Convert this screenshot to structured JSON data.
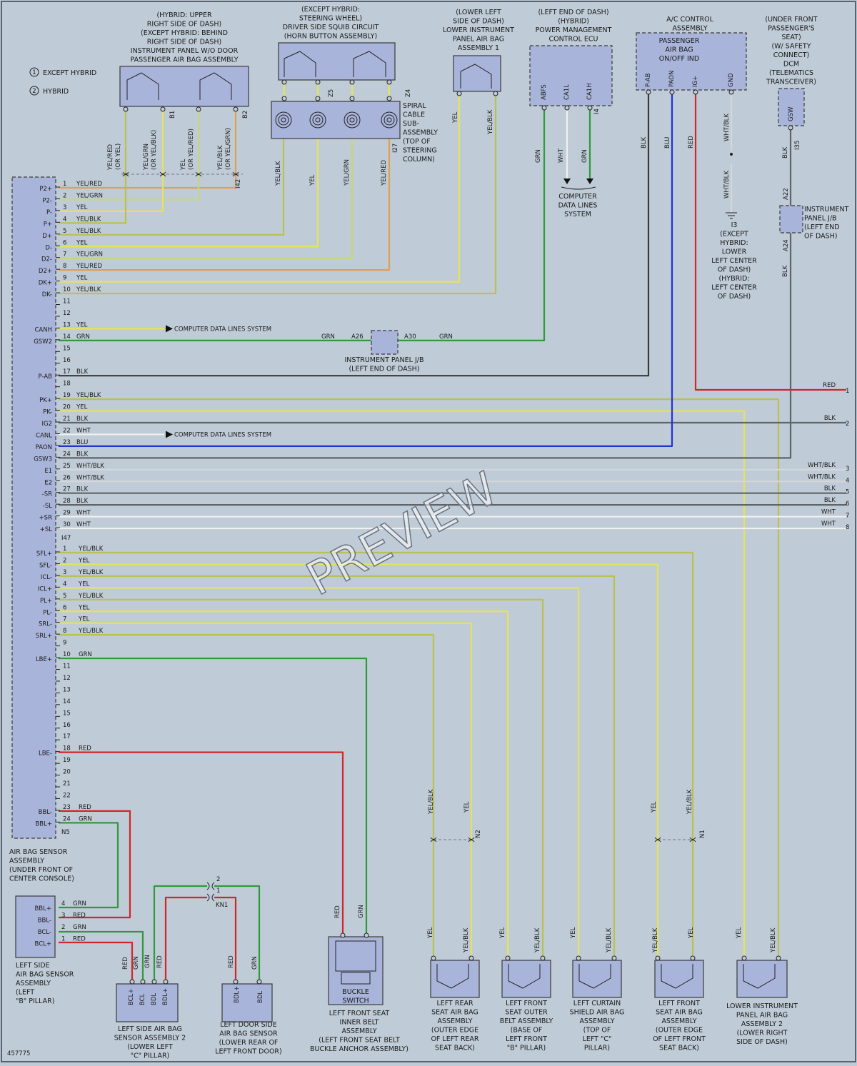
{
  "legend": [
    {
      "num": "1",
      "text": "EXCEPT HYBRID"
    },
    {
      "num": "2",
      "text": "HYBRID"
    }
  ],
  "watermark": "PREVIEW",
  "diagram_id": "457775",
  "colors": {
    "YEL": "#e6e35a",
    "YEL/RED": "#e0a050",
    "YEL/GRN": "#c8d870",
    "YEL/BLK": "#bcc050",
    "GRN": "#2f9a3c",
    "BLK": "#3a3a3a",
    "RED": "#d0262a",
    "BLU": "#2233d4",
    "WHT": "#f0f0f0",
    "WHT/BLK": "#d4d6da",
    "GRAY": "#5f6468"
  },
  "components": {
    "passenger_airbag": [
      "(HYBRID: UPPER",
      "RIGHT SIDE OF DASH)",
      "(EXCEPT HYBRID: BEHIND",
      "RIGHT SIDE OF DASH)",
      "INSTRUMENT PANEL W/O DOOR",
      "PASSENGER AIR BAG ASSEMBLY"
    ],
    "steering_squib": [
      "(EXCEPT HYBRID:",
      "STEERING WHEEL)",
      "DRIVER SIDE SQUIB CIRCUIT",
      "(HORN BUTTON ASSEMBLY)"
    ],
    "knee_airbag_1": [
      "(LOWER LEFT",
      "SIDE OF DASH)",
      "LOWER INSTRUMENT",
      "PANEL AIR BAG",
      "ASSEMBLY 1"
    ],
    "pm_ecu": [
      "(LEFT END OF DASH)",
      "(HYBRID)",
      "POWER MANAGEMENT",
      "CONTROL ECU"
    ],
    "ac_control": [
      "A/C CONTROL",
      "ASSEMBLY"
    ],
    "ac_inner": [
      "PASSENGER",
      "AIR BAG",
      "ON/OFF IND"
    ],
    "dcm": [
      "(UNDER FRONT",
      "PASSENGER'S",
      "SEAT)",
      "(W/ SAFETY",
      "CONNECT)",
      "DCM",
      "(TELEMATICS",
      "TRANSCEIVER)"
    ],
    "spiral_cable": [
      "SPIRAL",
      "CABLE",
      "SUB-",
      "ASSEMBLY",
      "(TOP OF",
      "STEERING",
      "COLUMN)"
    ],
    "computer_data_lines_1": [
      "COMPUTER",
      "DATA LINES",
      "SYSTEM"
    ],
    "ground_i3": [
      "I3",
      "(EXCEPT",
      "HYBRID:",
      "LOWER",
      "LEFT CENTER",
      "OF DASH)",
      "(HYBRID:",
      "LEFT CENTER",
      "OF DASH)"
    ],
    "instrument_jb_right": [
      "INSTRUMENT",
      "PANEL J/B",
      "(LEFT END",
      "OF DASH)"
    ],
    "instrument_jb_mid": [
      "INSTRUMENT PANEL J/B",
      "(LEFT END OF DASH)"
    ],
    "airbag_sensor": [
      "AIR BAG SENSOR",
      "ASSEMBLY",
      "(UNDER FRONT OF",
      "CENTER CONSOLE)"
    ],
    "left_side_sensor": [
      "LEFT SIDE",
      "AIR BAG SENSOR",
      "ASSEMBLY",
      "(LEFT",
      "\"B\" PILLAR)"
    ],
    "left_side_sensor_2": [
      "LEFT SIDE AIR BAG",
      "SENSOR ASSEMBLY 2",
      "(LOWER LEFT",
      "\"C\" PILLAR)"
    ],
    "left_door_sensor": [
      "LEFT DOOR SIDE",
      "AIR BAG SENSOR",
      "(LOWER REAR OF",
      "LEFT FRONT DOOR)"
    ],
    "buckle": [
      "LEFT FRONT SEAT",
      "INNER BELT",
      "ASSEMBLY",
      "(LEFT FRONT SEAT BELT",
      "BUCKLE ANCHOR ASSEMBLY)"
    ],
    "buckle_inner": [
      "BUCKLE",
      "SWITCH"
    ],
    "rear_seat_airbag": [
      "LEFT REAR",
      "SEAT AIR BAG",
      "ASSEMBLY",
      "(OUTER EDGE",
      "OF LEFT REAR",
      "SEAT BACK)"
    ],
    "seat_outer_belt": [
      "LEFT FRONT",
      "SEAT OUTER",
      "BELT ASSEMBLY",
      "(BASE OF",
      "LEFT FRONT",
      "\"B\" PILLAR)"
    ],
    "curtain": [
      "LEFT CURTAIN",
      "SHIELD AIR BAG",
      "ASSEMBLY",
      "(TOP OF",
      "LEFT \"C\"",
      "PILLAR)"
    ],
    "front_seat_airbag": [
      "LEFT FRONT",
      "SEAT AIR BAG",
      "ASSEMBLY",
      "(OUTER EDGE",
      "OF LEFT FRONT",
      "SEAT BACK)"
    ],
    "knee_airbag_2": [
      "LOWER INSTRUMENT",
      "PANEL AIR BAG",
      "ASSEMBLY 2",
      "(LOWER RIGHT",
      "SIDE OF DASH)"
    ]
  },
  "data_lines_labels": {
    "canh": "COMPUTER DATA LINES SYSTEM",
    "canl": "COMPUTER DATA LINES SYSTEM"
  },
  "connectors": {
    "I47": "I47",
    "N5": "N5",
    "I42": "I42",
    "I27": "I27",
    "I4": "I4",
    "I35": "I35",
    "N2": "N2",
    "N1": "N1",
    "KN1": "KN1",
    "A26": "A26",
    "A30": "A30",
    "A22": "A22",
    "A24": "A24",
    "B1": "B1",
    "B2": "B2",
    "Z4": "Z4",
    "Z5": "Z5"
  },
  "ecu_pins_a": [
    {
      "n": "1",
      "sig": "P2+",
      "wire": "YEL/RED"
    },
    {
      "n": "2",
      "sig": "P2-",
      "wire": "YEL/GRN"
    },
    {
      "n": "3",
      "sig": "P-",
      "wire": "YEL"
    },
    {
      "n": "4",
      "sig": "P+",
      "wire": "YEL/BLK"
    },
    {
      "n": "5",
      "sig": "D+",
      "wire": "YEL/BLK"
    },
    {
      "n": "6",
      "sig": "D-",
      "wire": "YEL"
    },
    {
      "n": "7",
      "sig": "D2-",
      "wire": "YEL/GRN"
    },
    {
      "n": "8",
      "sig": "D2+",
      "wire": "YEL/RED"
    },
    {
      "n": "9",
      "sig": "DK+",
      "wire": "YEL"
    },
    {
      "n": "10",
      "sig": "DK-",
      "wire": "YEL/BLK"
    },
    {
      "n": "11",
      "sig": "",
      "wire": ""
    },
    {
      "n": "12",
      "sig": "",
      "wire": ""
    },
    {
      "n": "13",
      "sig": "CANH",
      "wire": "YEL"
    },
    {
      "n": "14",
      "sig": "GSW2",
      "wire": "GRN"
    },
    {
      "n": "15",
      "sig": "",
      "wire": ""
    },
    {
      "n": "16",
      "sig": "",
      "wire": ""
    },
    {
      "n": "17",
      "sig": "P-AB",
      "wire": "BLK"
    },
    {
      "n": "18",
      "sig": "",
      "wire": ""
    },
    {
      "n": "19",
      "sig": "PK+",
      "wire": "YEL/BLK"
    },
    {
      "n": "20",
      "sig": "PK-",
      "wire": "YEL"
    },
    {
      "n": "21",
      "sig": "IG2",
      "wire": "BLK"
    },
    {
      "n": "22",
      "sig": "CANL",
      "wire": "WHT"
    },
    {
      "n": "23",
      "sig": "PAON",
      "wire": "BLU"
    },
    {
      "n": "24",
      "sig": "GSW3",
      "wire": "BLK"
    },
    {
      "n": "25",
      "sig": "E1",
      "wire": "WHT/BLK"
    },
    {
      "n": "26",
      "sig": "E2",
      "wire": "WHT/BLK"
    },
    {
      "n": "27",
      "sig": "-SR",
      "wire": "BLK"
    },
    {
      "n": "28",
      "sig": "-SL",
      "wire": "BLK"
    },
    {
      "n": "29",
      "sig": "+SR",
      "wire": "WHT"
    },
    {
      "n": "30",
      "sig": "+SL",
      "wire": "WHT"
    }
  ],
  "ecu_pins_b": [
    {
      "n": "1",
      "sig": "SFL+",
      "wire": "YEL/BLK"
    },
    {
      "n": "2",
      "sig": "SFL-",
      "wire": "YEL"
    },
    {
      "n": "3",
      "sig": "ICL-",
      "wire": "YEL/BLK"
    },
    {
      "n": "4",
      "sig": "ICL+",
      "wire": "YEL"
    },
    {
      "n": "5",
      "sig": "PL+",
      "wire": "YEL/BLK"
    },
    {
      "n": "6",
      "sig": "PL-",
      "wire": "YEL"
    },
    {
      "n": "7",
      "sig": "SRL-",
      "wire": "YEL"
    },
    {
      "n": "8",
      "sig": "SRL+",
      "wire": "YEL/BLK"
    },
    {
      "n": "9",
      "sig": "",
      "wire": ""
    },
    {
      "n": "10",
      "sig": "LBE+",
      "wire": "GRN"
    },
    {
      "n": "11",
      "sig": "",
      "wire": ""
    },
    {
      "n": "12",
      "sig": "",
      "wire": ""
    },
    {
      "n": "13",
      "sig": "",
      "wire": ""
    },
    {
      "n": "14",
      "sig": "",
      "wire": ""
    },
    {
      "n": "15",
      "sig": "",
      "wire": ""
    },
    {
      "n": "16",
      "sig": "",
      "wire": ""
    },
    {
      "n": "17",
      "sig": "",
      "wire": ""
    },
    {
      "n": "18",
      "sig": "LBE-",
      "wire": "RED"
    },
    {
      "n": "19",
      "sig": "",
      "wire": ""
    },
    {
      "n": "20",
      "sig": "",
      "wire": ""
    },
    {
      "n": "21",
      "sig": "",
      "wire": ""
    },
    {
      "n": "22",
      "sig": "",
      "wire": ""
    },
    {
      "n": "23",
      "sig": "BBL-",
      "wire": "RED"
    },
    {
      "n": "24",
      "sig": "BBL+",
      "wire": "GRN"
    }
  ],
  "right_outputs": [
    {
      "label": "RED",
      "num": "1"
    },
    {
      "label": "BLK",
      "num": "2"
    },
    {
      "label": "WHT/BLK",
      "num": "3"
    },
    {
      "label": "WHT/BLK",
      "num": "4"
    },
    {
      "label": "BLK",
      "num": "5"
    },
    {
      "label": "BLK",
      "num": "6"
    },
    {
      "label": "WHT",
      "num": "7"
    },
    {
      "label": "WHT",
      "num": "8"
    }
  ],
  "sensor_pins": [
    {
      "n": "4",
      "sig": "BBL+",
      "wire": "GRN"
    },
    {
      "n": "3",
      "sig": "BBL-",
      "wire": "RED"
    },
    {
      "n": "2",
      "sig": "BCL-",
      "wire": "GRN"
    },
    {
      "n": "1",
      "sig": "BCL+",
      "wire": "RED"
    }
  ],
  "wire_labels": {
    "top_pab": [
      {
        "wire": "YEL/RED",
        "alt": "(OR YEL)"
      },
      {
        "wire": "YEL/GRN",
        "alt": "(OR YEL/BLK)"
      },
      {
        "wire": "YEL",
        "alt": "(OR YEL/RED)"
      },
      {
        "wire": "YEL/BLK",
        "alt": "(OR YEL/GRN)"
      }
    ],
    "spiral": [
      "YEL/BLK",
      "YEL",
      "YEL/GRN",
      "YEL/RED"
    ],
    "knee1": [
      "YEL",
      "YEL/BLK"
    ],
    "pm": [
      "GRN",
      "WHT",
      "GRN"
    ],
    "ac": [
      "BLK",
      "BLU",
      "RED",
      "WHT/BLK"
    ],
    "dcm": [
      "BLK",
      "BLK"
    ],
    "bottom": [
      "YEL/BLK",
      "YEL",
      "YEL",
      "YEL/BLK"
    ],
    "gsw2_left": "GRN",
    "gsw2_right": "GRN",
    "ground_wire": "WHT/BLK",
    "bottom_seg": [
      "RED",
      "GRN",
      "GRN",
      "RED",
      "RED",
      "GRN",
      "RED",
      "GRN",
      "YEL",
      "YEL/BLK",
      "YEL",
      "YEL/BLK",
      "YEL",
      "YEL/BLK",
      "YEL/BLK",
      "YEL",
      "YEL",
      "YEL/BLK"
    ]
  },
  "pin_labels": {
    "pm": [
      "ABFS",
      "CA1L",
      "CA1H"
    ],
    "ac": [
      "P-AB",
      "PAON",
      "IG+",
      "GND"
    ],
    "dcm": [
      "GSW"
    ],
    "sensor2": [
      "BCL+",
      "BCL",
      "BDL",
      "BDL+"
    ],
    "door": [
      "BDL+",
      "BDL"
    ]
  }
}
